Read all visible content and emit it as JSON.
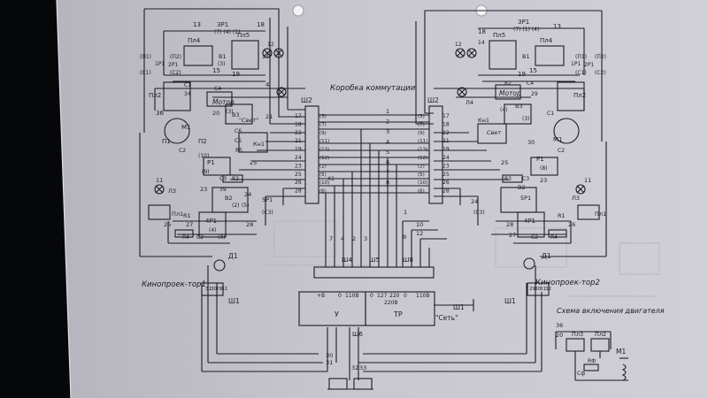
{
  "labels": {
    "box": "Коробка коммутации",
    "sh2_left": "Ш2",
    "sh2_right": "Ш2",
    "projector1": "Кинопроек-тор1",
    "projector2": "Кинопроек-тор2",
    "scheme_title": "Схема включения двигателя",
    "mains": "\"Сеть\"",
    "sh1_mid": "Ш1",
    "sh1_left": "Ш1",
    "sh1_right": "Ш1",
    "sh4": "Ш4",
    "sh5": "Ш5",
    "sh6": "Ш6",
    "sh8": "Ш8",
    "y": "У",
    "tr": "ТР",
    "u1": "+В",
    "u2": "0",
    "u3": "110В",
    "u4": "0",
    "u5": "127",
    "u6": "220",
    "u7": "0",
    "u8": "220В",
    "u9": "110В",
    "d1_left": "Д1",
    "d1_right": "Д1",
    "m1_right": "М1",
    "pl3_s": "Пл3",
    "pl2_s": "Пл2",
    "rf": "RФ",
    "cf": "Сф",
    "n36": "36",
    "n20": "20"
  },
  "left_unit": {
    "pl4": "Пл4",
    "pl5": "Пл5",
    "sr1": "ЗР1",
    "sr1_sub": "(7) (4) (1)",
    "n13": "13",
    "n18": "18",
    "b1": "В1",
    "n3": "(3)",
    "n12": "12",
    "n14": "14",
    "p1": "(П1)",
    "p2": "(П2)",
    "c1": "(С1)",
    "c2": "(С2)",
    "r1": "1Р1",
    "r2": "2Р1",
    "n19": "19",
    "n15": "15",
    "n4": "4",
    "pl2": "Пл2",
    "c1b": "С1",
    "c4": "С4",
    "motor": "Мотор",
    "n34": "34",
    "b3": "В3",
    "n20": "20",
    "n3b": "(3)",
    "m1": "М1",
    "n36": "36",
    "c2b": "С2",
    "pi1": "П1",
    "pi2": "П2",
    "svet": "\"Свет\"",
    "n21": "21",
    "kn1": "Кн1",
    "c6": "С6",
    "c5": "С5",
    "r5": "R5",
    "n10": "(10)",
    "rr1": "Р1",
    "n9": "(9)",
    "n25": "25",
    "c3": "С3",
    "r3": "R3",
    "n23": "23",
    "b2": "В2",
    "n39": "39",
    "n24": "24",
    "sr1b": "5Р1",
    "c3b": "(С3)",
    "n11": "11",
    "l3": "Л3",
    "pl1": "Пл1",
    "rr1b": "R1",
    "n26": "26",
    "n27": "27",
    "r4": "R4",
    "c2c": "С2",
    "n4b": "(4)",
    "n3c": "(3)",
    "n28": "28",
    "r4p": "4Р1",
    "n2": "(2)",
    "n5": "(5)"
  },
  "right_unit": {
    "pl5": "Пл5",
    "pl4": "Пл4",
    "sr1": "ЗР1",
    "sr1_sub": "(7) (1) (4)",
    "n18": "18",
    "n13": "13",
    "b1": "В1",
    "n12": "12",
    "n14": "14",
    "p1": "(П1)",
    "p2": "(П2)",
    "c1": "(С1)",
    "c2": "(С2)",
    "r1": "1Р1",
    "r2": "2Р1",
    "n15": "15",
    "n19": "19",
    "l4": "Л4",
    "r2x": "R2",
    "c4": "С4",
    "motor": "Мотор",
    "n29": "29",
    "pl2": "Пл2",
    "n4": "(4)",
    "b3": "В3",
    "kn1": "Кн1",
    "svet": "Свет",
    "n3": "(3)",
    "m1": "М1",
    "c1b": "С1",
    "c2b": "С2",
    "n30": "30",
    "rr1": "Р1",
    "n8": "(8)",
    "n25": "25",
    "c3": "С3",
    "r3": "R3",
    "b2": "В2",
    "sr1b": "5Р1",
    "n23": "23",
    "n24": "24",
    "c3b": "(С3)",
    "n11": "11",
    "l3": "Л3",
    "pl1": "Пл1",
    "rr1b": "R1",
    "n26": "26",
    "n28": "28",
    "r4p": "4Р1",
    "r4": "R4",
    "c2c": "С2",
    "n27": "27"
  },
  "center": {
    "lnums": [
      "17",
      "18",
      "22",
      "21",
      "19",
      "24",
      "23",
      "25",
      "26",
      "28"
    ],
    "lrefs": [
      "(3)",
      "(7)",
      "(9)",
      "(11)",
      "(13)",
      "(12)",
      "(2)",
      "(5)",
      "(10)",
      "(6)"
    ],
    "rnums": [
      "17",
      "18",
      "22",
      "21",
      "19",
      "24",
      "23",
      "25",
      "26",
      "28"
    ],
    "rrefs": [
      "(3)",
      "(7)",
      "(9)",
      "(11)",
      "(13)",
      "(12)",
      "(2)",
      "(5)",
      "(10)",
      "(6)"
    ],
    "wire_labels": [
      "1",
      "2",
      "3",
      "4",
      "5",
      "6",
      "7",
      "8"
    ],
    "x1": "Х1",
    "bus_labels": [
      "7",
      "4",
      "2",
      "3"
    ],
    "n9": "9",
    "n10": "10",
    "n12": "12",
    "n1": "1",
    "n30": "30",
    "n31": "31",
    "n32": "32",
    "n33": "33",
    "d1_pins_left": [
      "31",
      "30",
      "29",
      "32"
    ],
    "d1_pins_right": [
      "29",
      "30",
      "31",
      "32"
    ]
  }
}
